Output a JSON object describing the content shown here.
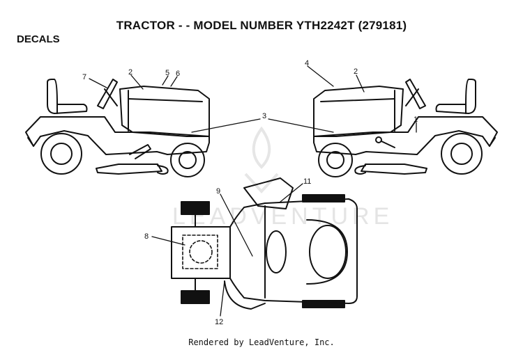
{
  "header": {
    "title": "TRACTOR - - MODEL NUMBER YTH2242T (279181)"
  },
  "section": {
    "label": "DECALS"
  },
  "callouts": [
    "1",
    "2",
    "3",
    "4",
    "5",
    "6",
    "7",
    "8",
    "9",
    "11",
    "12"
  ],
  "watermark": {
    "text": "LEADVENTURE"
  },
  "footer": {
    "text": "Rendered by LeadVenture, Inc."
  }
}
